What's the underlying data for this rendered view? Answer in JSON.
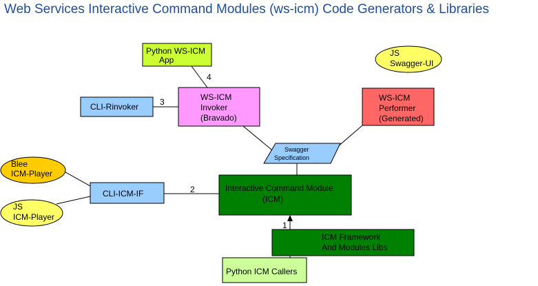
{
  "title": "Web Services Interactive Command Modules (ws-icm) Code Generators & Libraries",
  "colors": {
    "title": "#1f4e9e",
    "blue_box": "#99ccff",
    "pink_box": "#ff99ff",
    "red_box": "#ff6666",
    "green_box": "#008000",
    "light_green_box": "#ccff99",
    "lime_box": "#ccff33",
    "yellow_ellipse": "#ffff66",
    "orange_ellipse": "#ffcc00"
  },
  "nodes": {
    "python_wsicm_app": {
      "line1": "Python WS-ICM",
      "line2": "App"
    },
    "js_swagger_ui": {
      "line1": "JS",
      "line2": "Swagger-UI"
    },
    "cli_rinvoker": {
      "label": "CLI-Rinvoker"
    },
    "wsicm_invoker": {
      "line1": "WS-ICM",
      "line2": "Invoker",
      "line3": "(Bravado)"
    },
    "wsicm_performer": {
      "line1": "WS-ICM",
      "line2": "Performer",
      "line3": "(Generated)"
    },
    "swagger_spec": {
      "line1": "Swagger",
      "line2": "Specification"
    },
    "blee_icm_player": {
      "line1": "Blee",
      "line2": "ICM-Player"
    },
    "js_icm_player": {
      "line1": "JS",
      "line2": "ICM-Player"
    },
    "cli_icm_if": {
      "label": "CLI-ICM-IF"
    },
    "icm": {
      "line1": "Interactive Command Module",
      "line2": "(ICM)"
    },
    "icm_framework": {
      "line1": "ICM Framework",
      "line2": "And Modules  Libs"
    },
    "python_icm_callers": {
      "label": "Python ICM Callers"
    }
  },
  "edge_labels": {
    "e1": "1",
    "e2": "2",
    "e3": "3",
    "e4": "4"
  }
}
